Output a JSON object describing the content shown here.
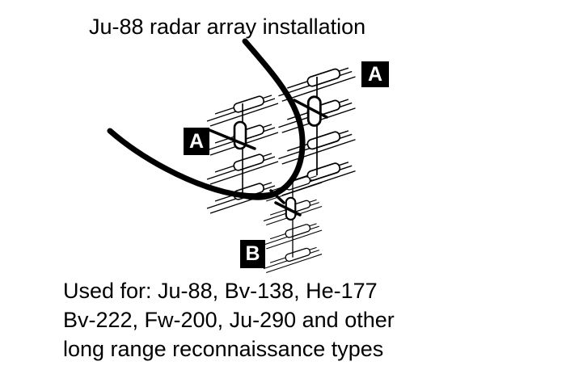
{
  "title": "Ju-88 radar array installation",
  "markers": {
    "a_left": "A",
    "a_right": "A",
    "b": "B"
  },
  "caption": {
    "line1": "Used for: Ju-88, Bv-138, He-177",
    "line2": "Bv-222, Fw-200, Ju-290 and other",
    "line3": "long range reconnaissance types"
  },
  "colors": {
    "ink": "#000000",
    "background": "#ffffff",
    "marker_background": "#000000",
    "marker_letter": "#ffffff"
  }
}
